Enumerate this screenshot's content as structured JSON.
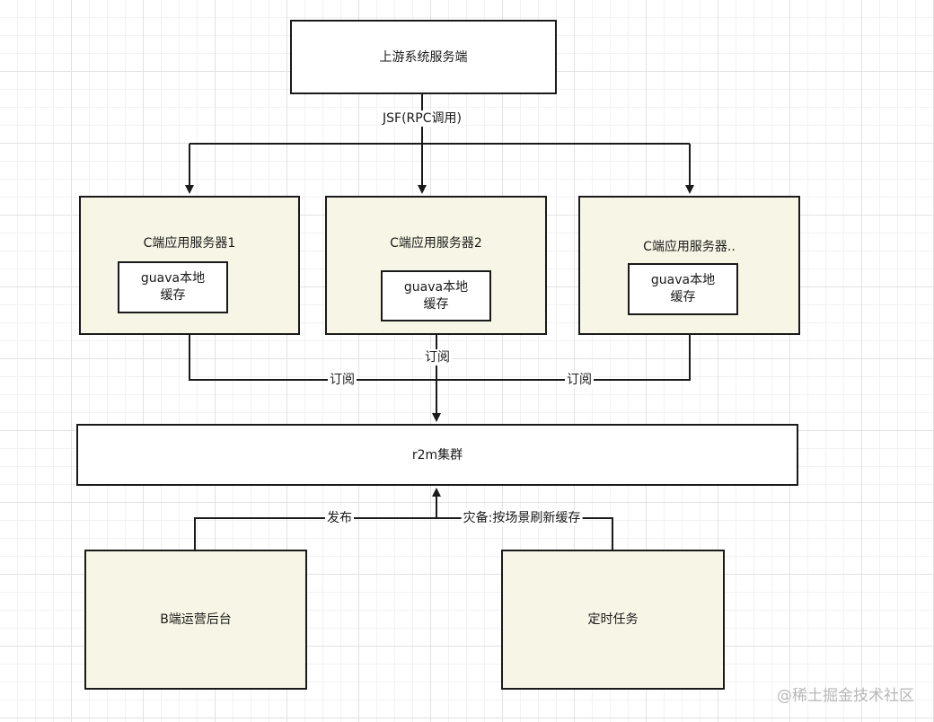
{
  "nodes": {
    "upstream": "上游系统服务端",
    "server1": {
      "title": "C端应用服务器1",
      "cache": "guava本地\n缓存"
    },
    "server2": {
      "title": "C端应用服务器2",
      "cache": "guava本地\n缓存"
    },
    "server3": {
      "title": "C端应用服务器..",
      "cache": "guava本地\n缓存"
    },
    "r2m": "r2m集群",
    "admin": "B端运营后台",
    "timer": "定时任务"
  },
  "edges": {
    "rpc": "JSF(RPC调用)",
    "subscribe_left": "订阅",
    "subscribe_middle": "订阅",
    "subscribe_right": "订阅",
    "publish": "发布",
    "refresh": "灾备:按场景刷新缓存"
  },
  "watermark": "@稀土掘金技术社区",
  "colors": {
    "line": "#1a1a1a",
    "cream": "#f7f6e6",
    "grid": "#e2e2e2"
  }
}
